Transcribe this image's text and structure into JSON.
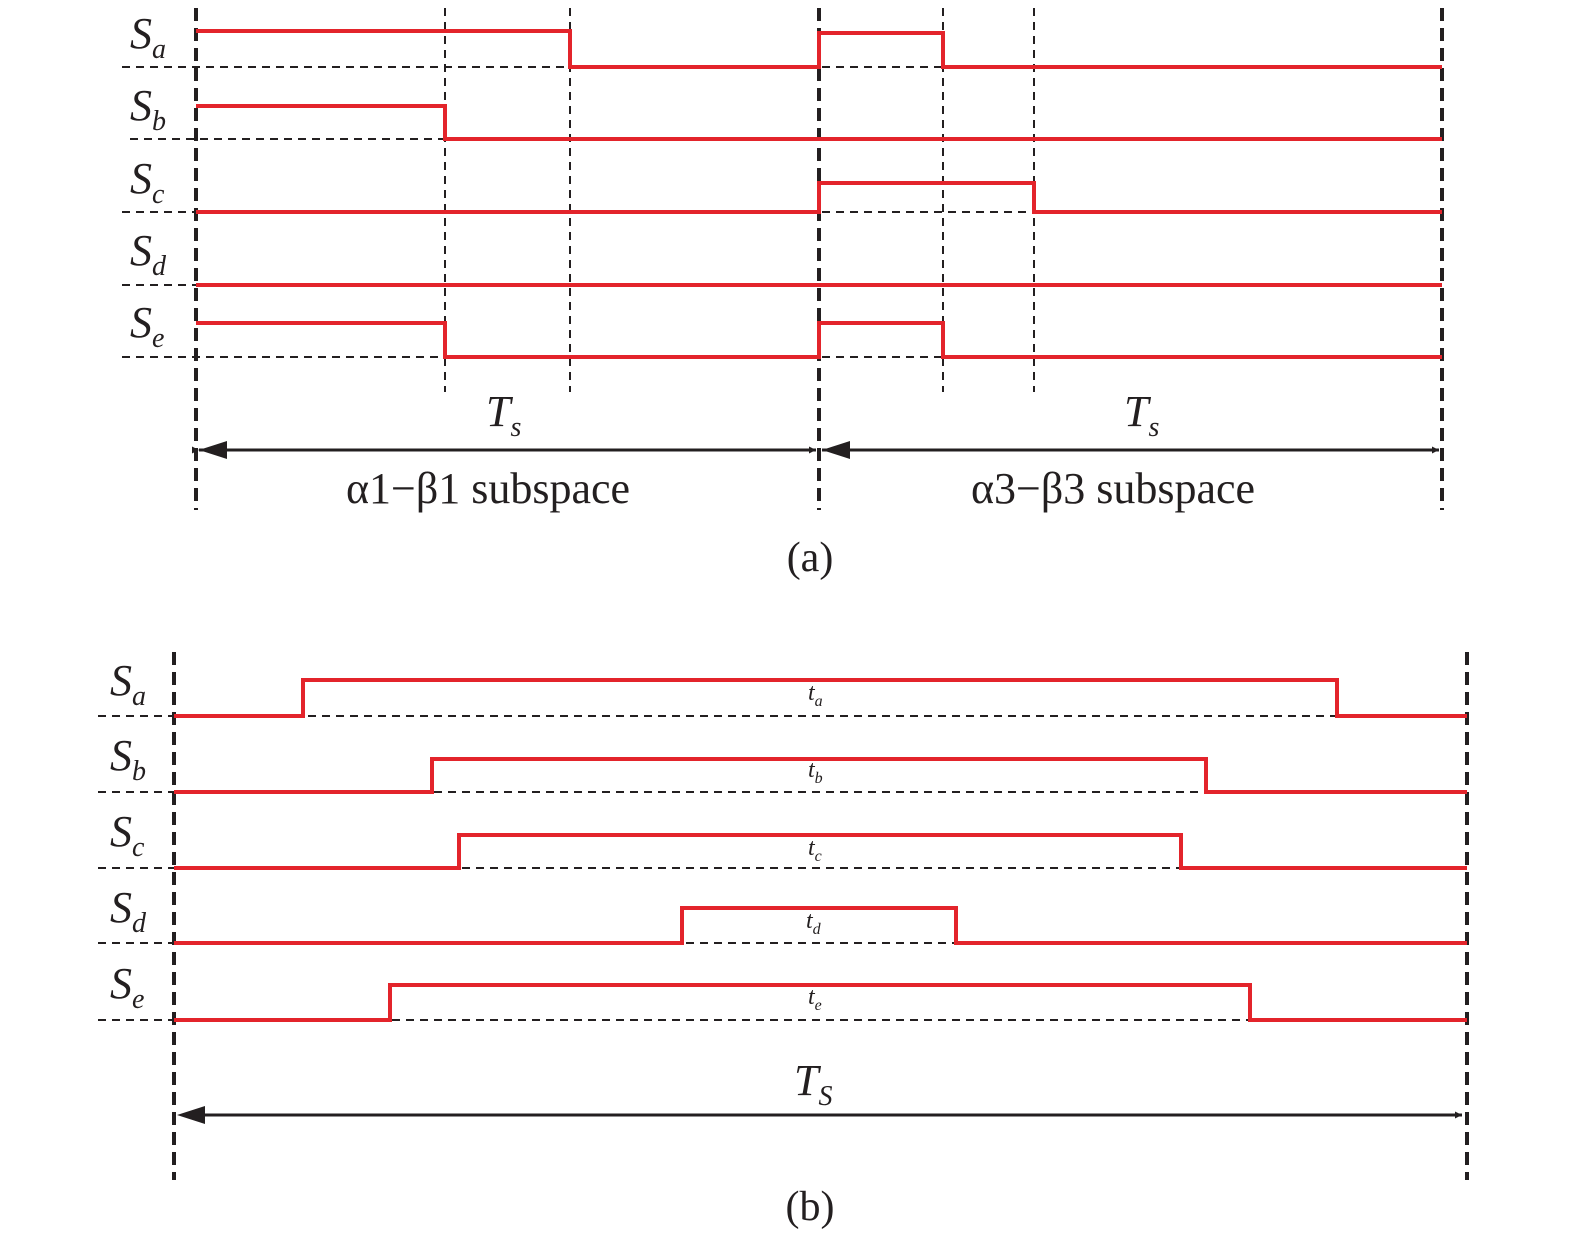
{
  "colors": {
    "signal": "#e3242b",
    "ink": "#231f20"
  },
  "panel_a": {
    "caption": "(a)",
    "signals": [
      {
        "base": "S",
        "sub": "a"
      },
      {
        "base": "S",
        "sub": "b"
      },
      {
        "base": "S",
        "sub": "c"
      },
      {
        "base": "S",
        "sub": "d"
      },
      {
        "base": "S",
        "sub": "e"
      }
    ],
    "period_left": {
      "base": "T",
      "sub": "s",
      "subspace": "α1−β1 subspace"
    },
    "period_right": {
      "base": "T",
      "sub": "s",
      "subspace": "α3−β3 subspace"
    }
  },
  "panel_b": {
    "caption": "(b)",
    "signals": [
      {
        "base": "S",
        "sub": "a",
        "time_base": "t",
        "time_sub": "a"
      },
      {
        "base": "S",
        "sub": "b",
        "time_base": "t",
        "time_sub": "b"
      },
      {
        "base": "S",
        "sub": "c",
        "time_base": "t",
        "time_sub": "c"
      },
      {
        "base": "S",
        "sub": "d",
        "time_base": "t",
        "time_sub": "d"
      },
      {
        "base": "S",
        "sub": "e",
        "time_base": "t",
        "time_sub": "e"
      }
    ],
    "period": {
      "base": "T",
      "sub": "S"
    }
  }
}
